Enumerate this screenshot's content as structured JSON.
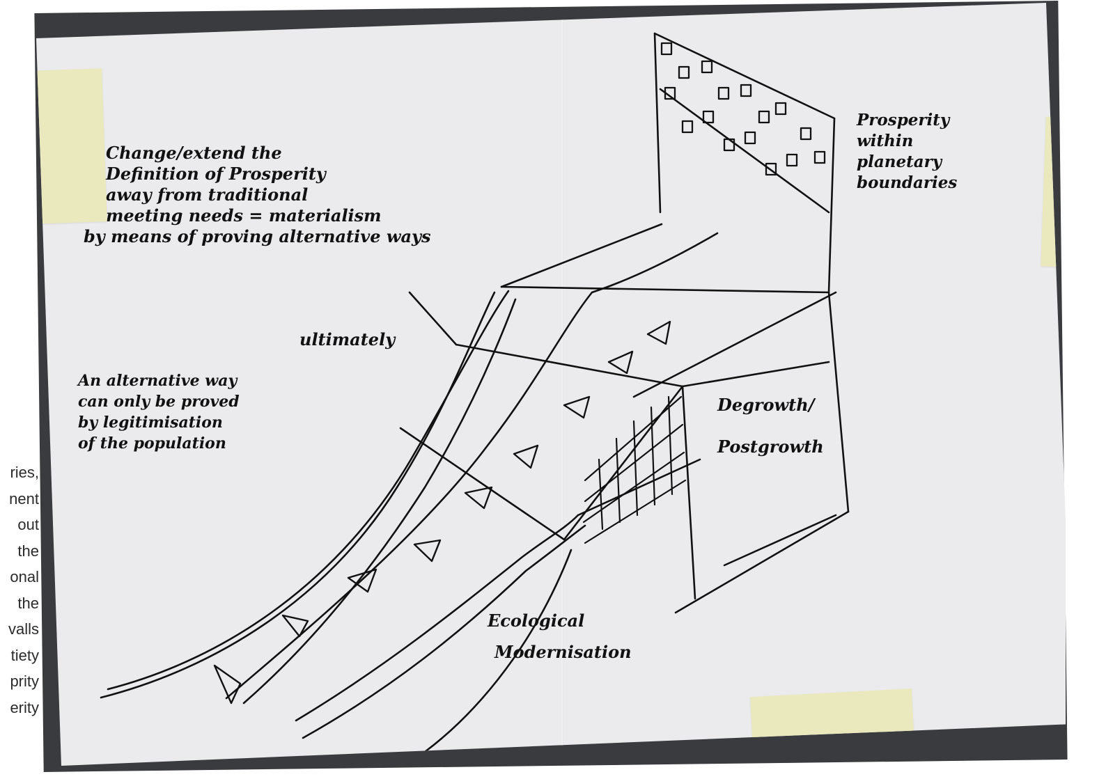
{
  "background_text": {
    "lines": [
      "ries,",
      "nent",
      "out",
      "the",
      "onal",
      "the",
      "valls",
      "tiety",
      "prity",
      "erity"
    ]
  },
  "sketch": {
    "text_change": [
      "Change/extend the",
      "Definition of Prosperity",
      "away from traditional",
      "meeting needs = materialism",
      "by means of proving alternative ways"
    ],
    "text_alternative": [
      "An alternative way",
      "can only be proved",
      "by legitimisation",
      "of the population"
    ],
    "text_ultimately": "ultimately",
    "text_prosperity": [
      "Prosperity",
      "within",
      "planetary",
      "boundaries"
    ],
    "text_degrowth": [
      "Degrowth/",
      "Postgrowth"
    ],
    "text_ecological": [
      "Ecological",
      "Modernisation"
    ]
  },
  "colors": {
    "paper": "#ebebed",
    "ink": "#111111",
    "tape": "#eae9bd",
    "table_edge": "#3a3b3f"
  }
}
